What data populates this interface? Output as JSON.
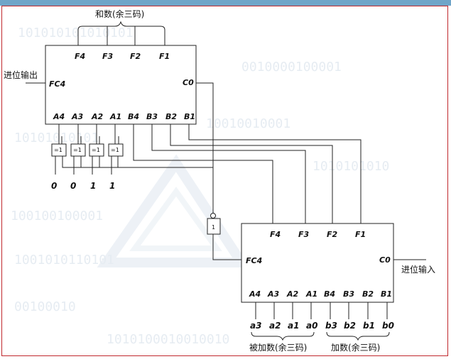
{
  "top_adder": {
    "outputs": [
      "F4",
      "F3",
      "F2",
      "F1"
    ],
    "fc4": "FC4",
    "c0": "C0",
    "inputs": [
      "A4",
      "A3",
      "A2",
      "A1",
      "B4",
      "B3",
      "B2",
      "B1"
    ],
    "sum_label": "和数(余三码)",
    "carry_out_label": "进位输出"
  },
  "xor_gates": [
    "=1",
    "=1",
    "=1",
    "=1"
  ],
  "const_bits": [
    "0",
    "0",
    "1",
    "1"
  ],
  "not_gate": "1",
  "bottom_adder": {
    "outputs": [
      "F4",
      "F3",
      "F2",
      "F1"
    ],
    "fc4": "FC4",
    "c0": "C0",
    "inputs": [
      "A4",
      "A3",
      "A2",
      "A1",
      "B4",
      "B3",
      "B2",
      "B1"
    ],
    "carry_in_label": "进位输入",
    "a_bits": [
      "a3",
      "a2",
      "a1",
      "a0"
    ],
    "b_bits": [
      "b3",
      "b2",
      "b1",
      "b0"
    ],
    "addend_label": "被加数(余三码)",
    "augend_label": "加数(余三码)"
  },
  "background_text": [
    "101010101010101",
    "100100100001",
    "0010000100001",
    "1010101010",
    "10010010001",
    "1001010110101",
    "1010100010010010",
    "10101010101",
    "00100010"
  ]
}
